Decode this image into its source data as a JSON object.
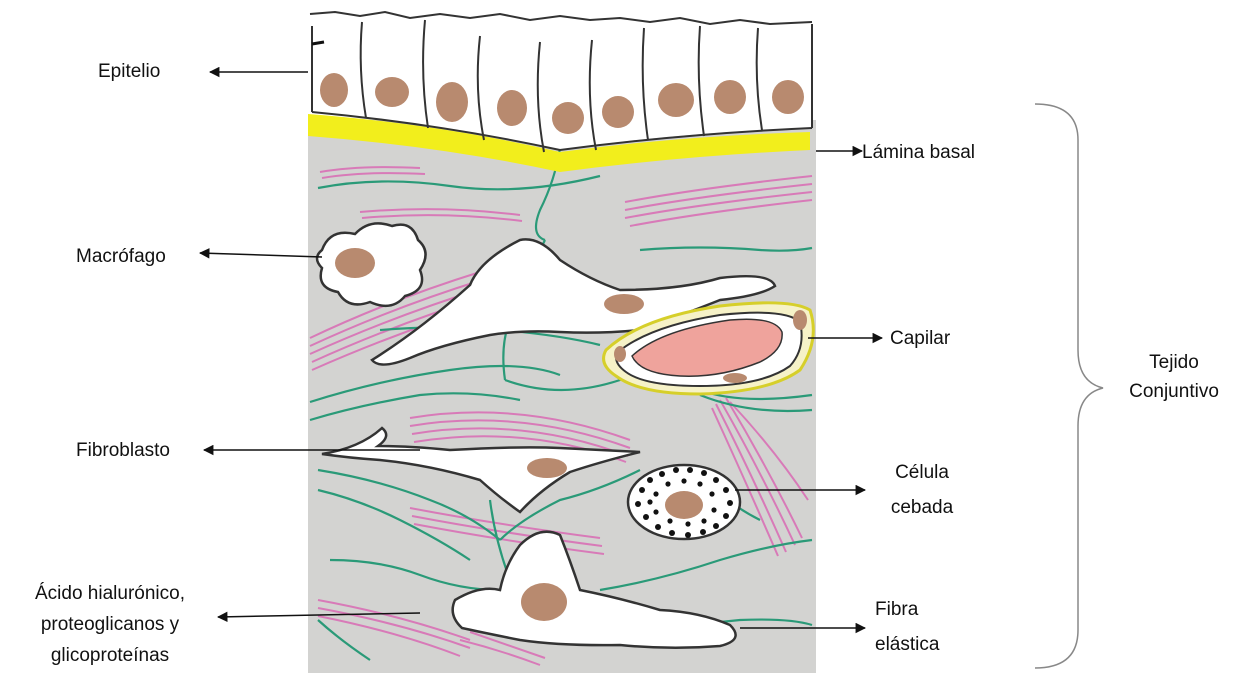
{
  "labels": {
    "epitelio": "Epitelio",
    "lamina_basal": "Lámina basal",
    "macrofago": "Macrófago",
    "capilar": "Capilar",
    "fibroblasto": "Fibroblasto",
    "celula_line1": "Célula",
    "celula_line2": "cebada",
    "acido_line1": "Ácido hialurónico,",
    "acido_line2": "proteoglicanos y",
    "acido_line3": "glicoproteínas",
    "fibra_line1": "Fibra",
    "fibra_line2": "elástica",
    "tejido_line1": "Tejido",
    "tejido_line2": "Conjuntivo"
  },
  "colors": {
    "matrix": "#d3d3d1",
    "basal_lamina": "#f2ee1c",
    "nucleus": "#b88a6f",
    "collagen": "#d87ab8",
    "elastic": "#2a9a78",
    "erythrocyte": "#efa39c",
    "granule": "#111111"
  }
}
